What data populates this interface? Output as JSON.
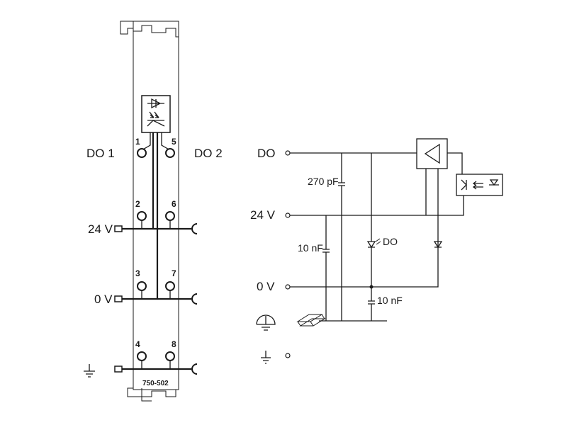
{
  "module": {
    "model": "750-502",
    "channel_labels": {
      "do1": "DO 1",
      "do2": "DO 2"
    },
    "supply_labels": {
      "v24": "24 V",
      "v0": "0 V"
    },
    "terminal_numbers": [
      "1",
      "2",
      "3",
      "4",
      "5",
      "6",
      "7",
      "8"
    ]
  },
  "schematic": {
    "rails": {
      "do": "DO",
      "v24": "24 V",
      "v0": "0 V"
    },
    "components": {
      "cap_top": "270 pF",
      "cap_left": "10 nF",
      "led": "DO",
      "cap_bottom": "10 nF"
    }
  }
}
